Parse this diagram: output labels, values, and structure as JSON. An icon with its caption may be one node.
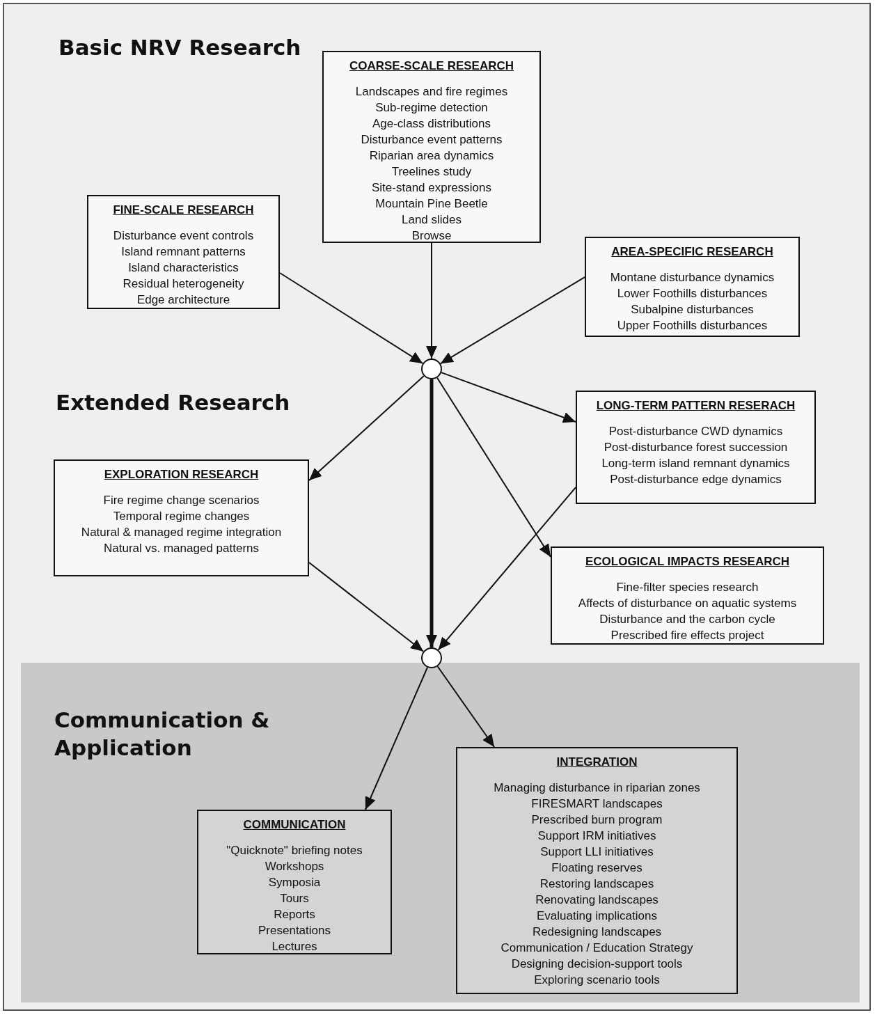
{
  "diagram": {
    "nodes": [
      {
        "text": [
          "COARSE-SCALE RESEARCH",
          "Landscapes and fire regimes",
          "Sub-regime detection",
          "Age-class distributions",
          "Disturbance event patterns",
          "Riparian area dynamics",
          "Treelines study",
          "Site-stand expressions",
          "Mountain Pine Beetle",
          "Land slides",
          "Browse"
        ]
      },
      {
        "text": [
          "FINE-SCALE RESEARCH",
          "Disturbance event controls",
          "Island remnant patterns",
          "Island characteristics",
          "Residual heterogeneity",
          "Edge architecture"
        ]
      },
      {
        "text": [
          "AREA-SPECIFIC RESEARCH",
          "Montane disturbance dynamics",
          "Lower Foothills disturbances",
          "Subalpine disturbances",
          "Upper Foothills disturbances"
        ]
      },
      {
        "text": [],
        "shape": "circle"
      },
      {
        "text": [
          "LONG-TERM PATTERN RESERACH",
          "Post-disturbance CWD dynamics",
          "Post-disturbance forest succession",
          "Long-term island remnant dynamics",
          "Post-disturbance edge dynamics"
        ]
      },
      {
        "text": [
          "EXPLORATION RESEARCH",
          "Fire regime change scenarios",
          "Temporal regime changes",
          "Natural & managed regime integration",
          "Natural vs. managed patterns"
        ]
      },
      {
        "text": [
          "ECOLOGICAL IMPACTS RESEARCH",
          "Fine-filter species research",
          "Affects of disturbance on aquatic systems",
          "Disturbance and the carbon cycle",
          "Prescribed fire effects project"
        ]
      },
      {
        "text": [],
        "shape": "circle"
      },
      {
        "text": [
          "Communication & Application"
        ]
      },
      {
        "text": [
          "INTEGRATION",
          "Managing disturbance in riparian zones",
          "FIRESMART landscapes",
          "Prescribed burn program",
          "Support IRM initiatives",
          "Support LLI initiatives",
          "Floating reserves",
          "Restoring landscapes",
          "Renovating landscapes",
          "Evaluating implications",
          "Redesigning landscapes",
          "Communication / Education Strategy",
          "Designing decision-support tools",
          "Exploring scenario tools"
        ],
        "in": 8
      },
      {
        "text": [
          "COMMUNICATION",
          "\"Quicknote\" briefing notes",
          "Workshops",
          "Symposia",
          "Tours",
          "Reports",
          "Presentations",
          "Lectures"
        ],
        "in": 8
      }
    ],
    "edges": [
      {
        "from": 1,
        "to": 3,
        "arrow": "to"
      },
      {
        "from": 0,
        "to": 3,
        "arrow": "to"
      },
      {
        "from": 2,
        "to": 3,
        "arrow": "to"
      },
      {
        "from": 3,
        "to": 5,
        "arrow": "to"
      },
      {
        "from": 3,
        "to": 4,
        "arrow": "to"
      },
      {
        "from": 3,
        "to": 6,
        "arrow": "to"
      },
      {
        "from": 3,
        "to": 7,
        "arrow": "to",
        "style": "thick"
      },
      {
        "from": 5,
        "to": 7,
        "arrow": "to"
      },
      {
        "from": 4,
        "to": 7,
        "arrow": "to"
      },
      {
        "from": 7,
        "to": 10,
        "arrow": "to"
      },
      {
        "from": 7,
        "to": 9,
        "arrow": "to"
      }
    ],
    "labels": [
      "Basic NRV Research",
      "Extended Research"
    ]
  }
}
